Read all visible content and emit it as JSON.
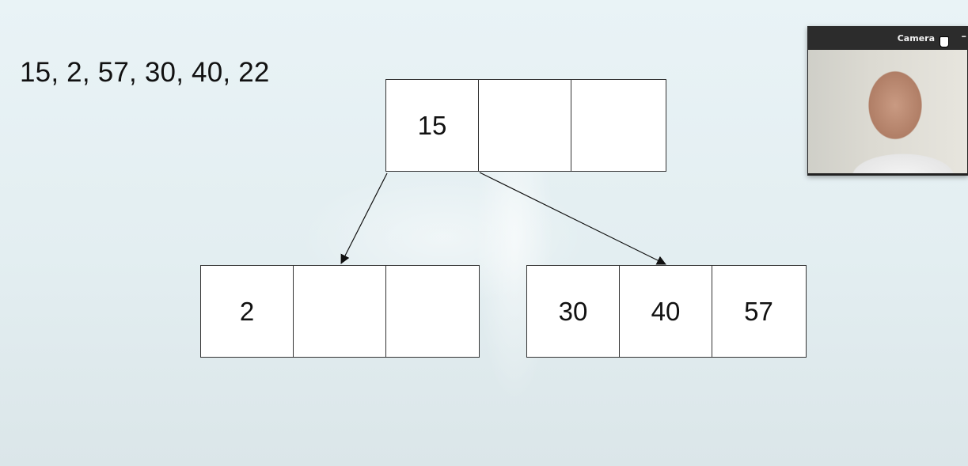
{
  "sequence_text": "15, 2, 57, 30, 40, 22",
  "tree": {
    "root": [
      "15",
      "",
      ""
    ],
    "left": [
      "2",
      "",
      ""
    ],
    "right": [
      "30",
      "40",
      "57"
    ]
  },
  "camera": {
    "title": "Camera",
    "minimize_label": "–"
  },
  "colors": {
    "background": "#e6f0f3",
    "node_border": "#333333",
    "edge": "#111111"
  }
}
